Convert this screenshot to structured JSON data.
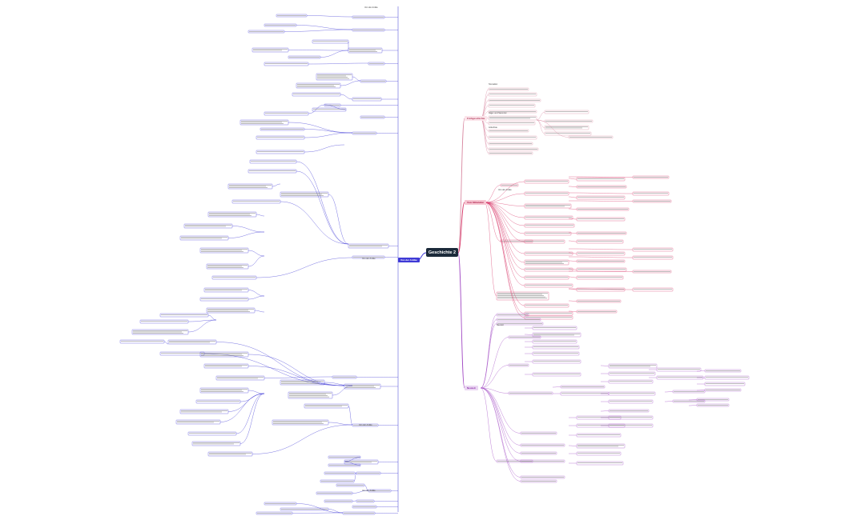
{
  "title": "Geschichte 2",
  "colors": {
    "root": "#1b2a3a",
    "left": "#3f3ad6",
    "fruh": "#d98aa2",
    "mitt": "#d83b6b",
    "neu": "#a24bc4"
  },
  "branches": {
    "left": "Von der Antike",
    "fruh": "Frühgeschichte",
    "mitt": "Vom Mittelalter",
    "neu": "Neuzeit"
  },
  "labels": {
    "l_top": "Von der Antike",
    "l_mid": "Von der Antike",
    "l_low": "Von der Antike",
    "l_rom": "Von der Antike",
    "fr_1": "Nomaden",
    "fr_2": "Jäger und Sammler",
    "fr_3": "Ackerbau",
    "m_1": "Von der Antike",
    "n_1": "Neuzeit"
  }
}
